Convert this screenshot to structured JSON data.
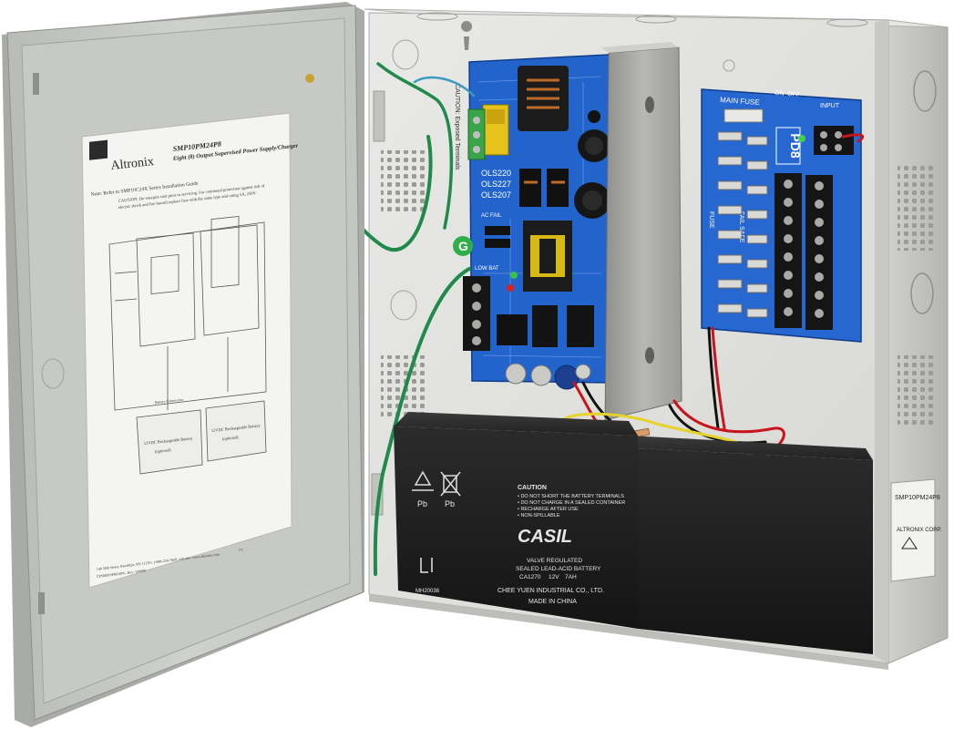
{
  "door_label": {
    "brand": "Altronix",
    "model": "SMP10PM24P8",
    "subtitle": "Eight (8) Output Supervised Power Supply/Charger",
    "note": "Note: Refer to SMP10C24X Series Installation Guide",
    "caution_line1": "CAUTION: De-energize unit prior to servicing. For continued protection against risk of",
    "caution_line2": "electric shock and fire hazard replace fuse with the same type and rating 5A, 250V.",
    "battery_left": "12VDC Rechargeable Battery",
    "battery_right": "12VDC Rechargeable Battery",
    "battery_optional": "(optional)",
    "battery_connection": "Battery Connection",
    "footer_address": "140 58th Street, Brooklyn, NY 11220 | 1-888-258-7669, web site: www.altronix.com",
    "footer_rev": "CPSMP10PM24P8 - Rev. 100909",
    "footer_page": "1/1"
  },
  "main_board": {
    "labels": [
      "OLS220",
      "OLS227",
      "OLS207"
    ],
    "ac_fail": "AC FAIL",
    "low_bat": "LOW BAT",
    "ground_badge": "G",
    "caution_side": "CAUTION: Exposed Terminals"
  },
  "distribution_board": {
    "model": "PD8",
    "main_fuse": "MAIN FUSE",
    "on": "ON",
    "off": "OFF",
    "input": "INPUT",
    "fuse": "FUSE",
    "fail_safe": "FAIL SAFE"
  },
  "battery": {
    "caution_title": "CAUTION",
    "caution_lines": [
      "• DO NOT SHORT THE BATTERY TERMINALS",
      "• DO NOT CHARGE IN A SEALED CONTAINER",
      "• RECHARGE AFTER USE",
      "• NON-SPILLABLE"
    ],
    "brand": "CASIL",
    "desc1": "VALVE REGULATED",
    "desc2": "SEALED LEAD-ACID BATTERY",
    "model": "CA1270",
    "voltage": "12V",
    "capacity": "7AH",
    "maker": "CHEE YUEN INDUSTRIAL CO., LTD.",
    "origin": "MADE IN CHINA",
    "pb_left": "Pb",
    "pb_right": "Pb",
    "ul_code": "MH20038"
  },
  "side_label": {
    "model": "SMP10PM24P8",
    "brand": "ALTRONIX CORP."
  },
  "colors": {
    "enclosure": "#dcdcdc",
    "door_inner": "#c9ccc8",
    "pcb_blue": "#1f5fc6",
    "battery_black": "#1a1a1a",
    "ground_wire": "#1f8a4a",
    "red_wire": "#c8141c"
  }
}
